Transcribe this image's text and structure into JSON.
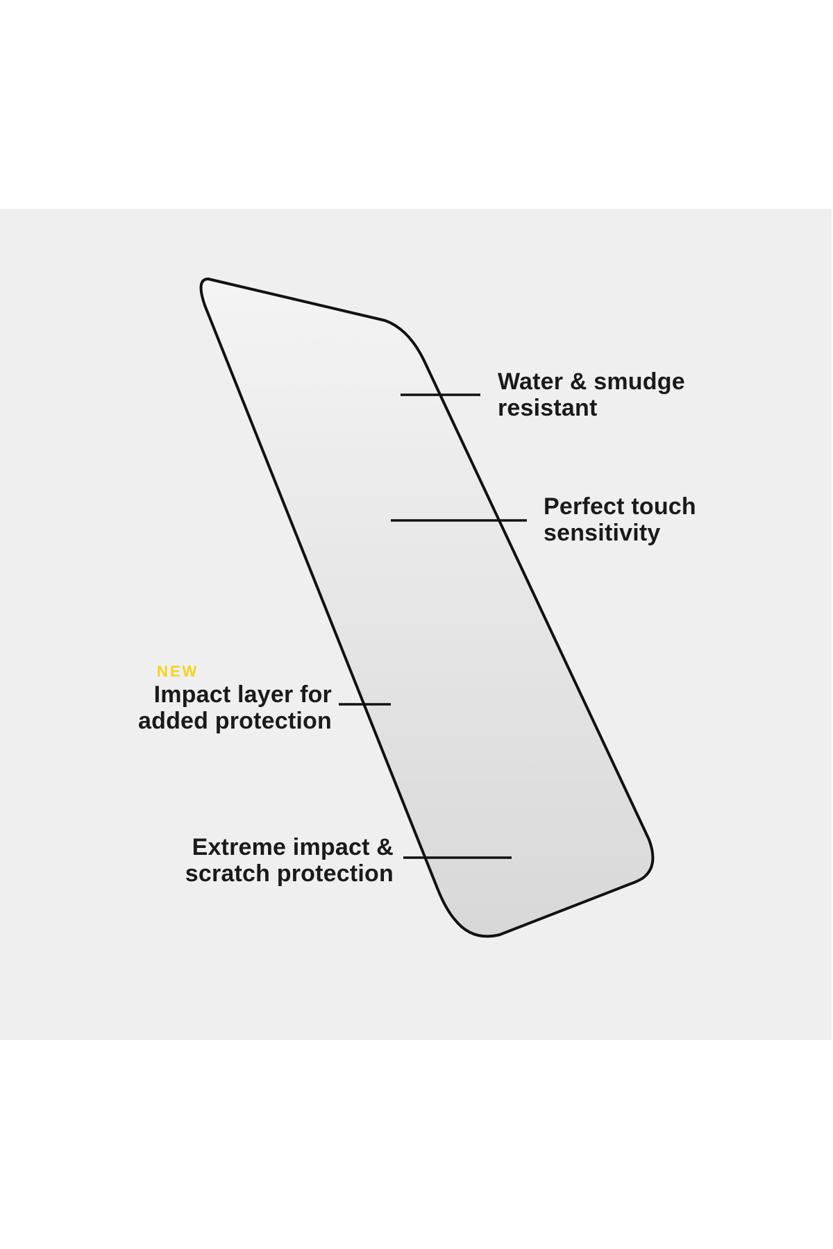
{
  "callouts": [
    {
      "line1": "Water & smudge",
      "line2": "resistant"
    },
    {
      "line1": "Perfect touch",
      "line2": "sensitivity"
    },
    {
      "badge": "NEW",
      "line1": "Impact layer for",
      "line2": "added protection"
    },
    {
      "line1": "Extreme impact &",
      "line2": "scratch protection"
    }
  ],
  "colors": {
    "panel": "#efefef",
    "badge": "#f2d31b",
    "text": "#1a1a1a"
  }
}
